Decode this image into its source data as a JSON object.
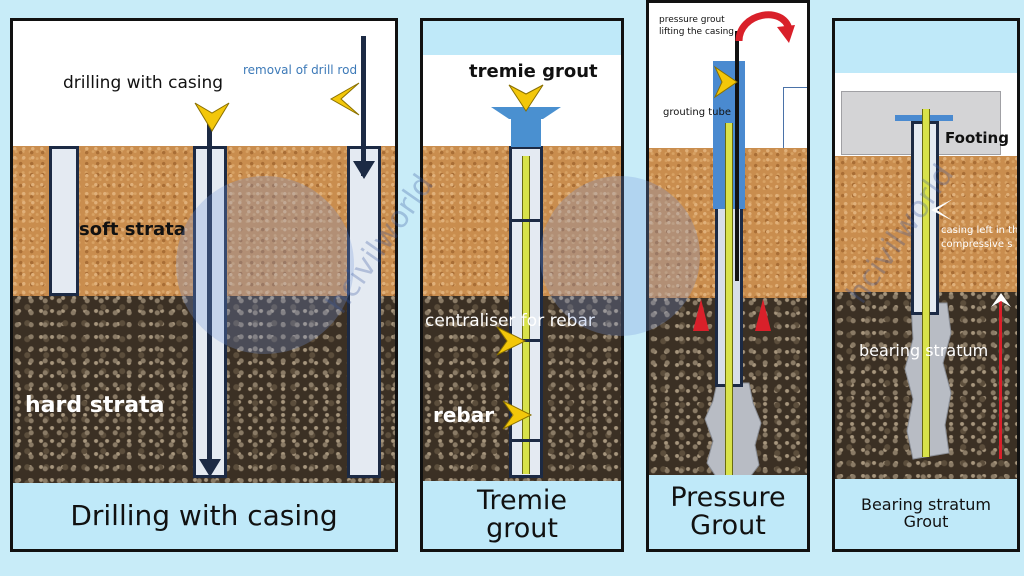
{
  "panels": [
    {
      "caption": "Drilling with casing",
      "labels": {
        "drilling": "drilling with casing",
        "removal": "removal of drill rod",
        "soft": "soft strata",
        "hard": "hard strata"
      }
    },
    {
      "caption_line1": "Tremie",
      "caption_line2": "grout",
      "labels": {
        "tremie": "tremie grout",
        "centraliser": "centraliser for rebar",
        "rebar": "rebar"
      }
    },
    {
      "caption_line1": "Pressure",
      "caption_line2": "Grout",
      "labels": {
        "pressure_l1": "pressure grout",
        "pressure_l2": "lifting the casing",
        "grouting_tube": "grouting tube"
      }
    },
    {
      "caption_line1": "Bearing stratum",
      "caption_line2": "Grout",
      "labels": {
        "footing": "Footing",
        "casing_l1": "casing left in th",
        "casing_l2": "compressive s",
        "bearing": "bearing stratum"
      }
    }
  ],
  "watermark": "hcivilworld",
  "colors": {
    "background": "#c8ecf8",
    "arrow": "#f3c70a",
    "rebar": "#d8e24a",
    "lift_arrow": "#d9202a",
    "casing_edge": "#1c2a44"
  }
}
